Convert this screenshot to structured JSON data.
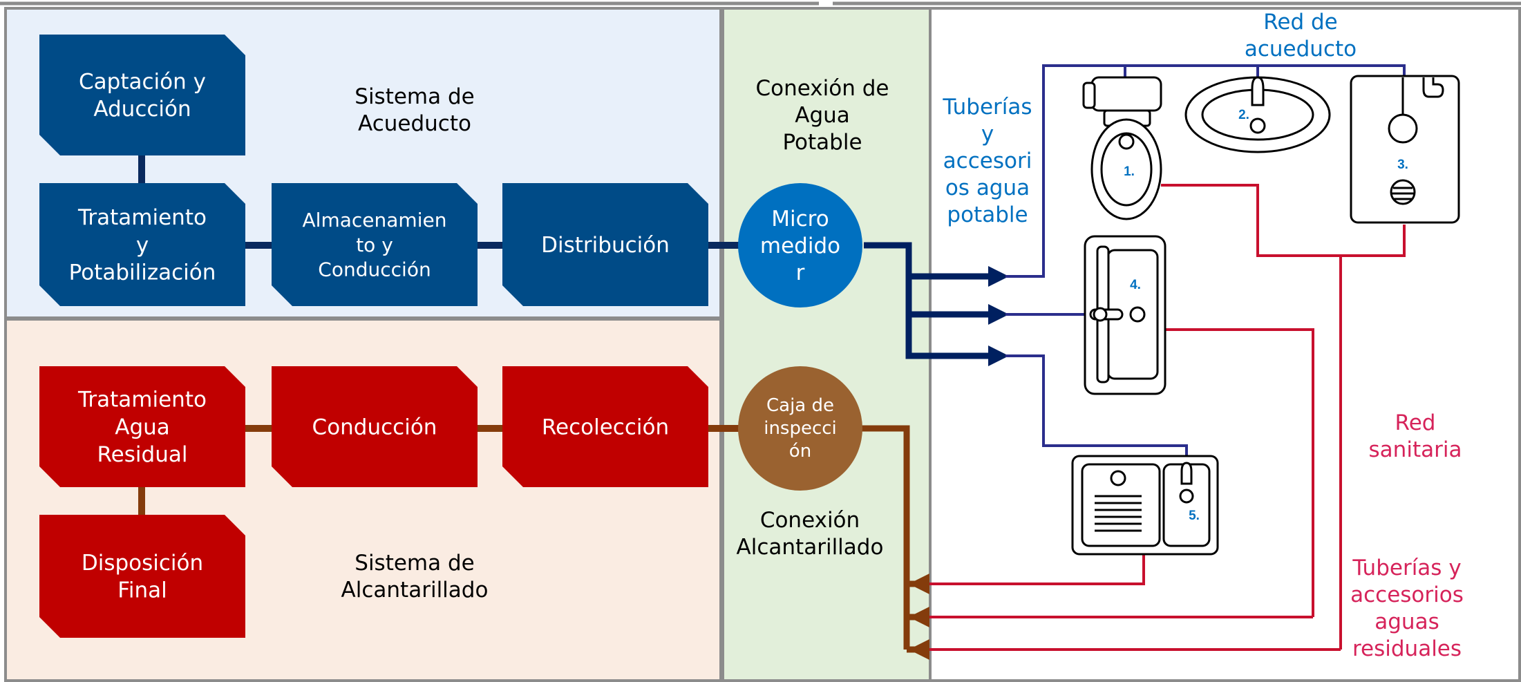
{
  "colors": {
    "aqueduct_panel": "#e8f0fa",
    "sewer_panel": "#faece2",
    "connection_panel": "#e2efda",
    "aqueduct_box": "#004b87",
    "sewer_box": "#c00000",
    "meter_circle": "#0070c0",
    "inspection_circle": "#9a6230",
    "potable_pipe": "#2b2e8c",
    "potable_arrow": "#002060",
    "sewer_pipe": "#c8102e",
    "sewer_arrow": "#843c0c",
    "label_blue": "#0070c0",
    "label_red": "#d6235a"
  },
  "aqueduct": {
    "title": [
      "Sistema de",
      "Acueducto"
    ],
    "boxes": [
      {
        "id": "captacion",
        "lines": [
          "Captación y",
          "Aducción"
        ]
      },
      {
        "id": "tratamiento",
        "lines": [
          "Tratamiento",
          "y",
          "Potabilización"
        ]
      },
      {
        "id": "almacenamiento",
        "lines": [
          "Almacenamien",
          "to y",
          "Conducción"
        ]
      },
      {
        "id": "distribucion",
        "lines": [
          "Distribución"
        ]
      }
    ]
  },
  "sewer": {
    "title": [
      "Sistema de",
      "Alcantarillado"
    ],
    "boxes": [
      {
        "id": "tratamiento-residual",
        "lines": [
          "Tratamiento",
          "Agua",
          "Residual"
        ]
      },
      {
        "id": "conduccion",
        "lines": [
          "Conducción"
        ]
      },
      {
        "id": "recoleccion",
        "lines": [
          "Recolección"
        ]
      },
      {
        "id": "disposicion",
        "lines": [
          "Disposición",
          "Final"
        ]
      }
    ]
  },
  "connection": {
    "potable_title": [
      "Conexión de",
      "Agua",
      "Potable"
    ],
    "meter_lines": [
      "Micro",
      "medido",
      "r"
    ],
    "inspection_lines": [
      "Caja de",
      "inspecci",
      "ón"
    ],
    "sewer_title": [
      "Conexión",
      "Alcantarillado"
    ]
  },
  "building": {
    "red_acueducto": [
      "Red de",
      "acueducto"
    ],
    "tuberias_potable": [
      "Tuberías",
      "y",
      "accesori",
      "os agua",
      "potable"
    ],
    "red_sanitaria": [
      "Red",
      "sanitaria"
    ],
    "tuberias_residuales": [
      "Tuberías y",
      "accesorios",
      "aguas",
      "residuales"
    ],
    "fixtures": [
      {
        "id": "toilet",
        "number": "1."
      },
      {
        "id": "sink",
        "number": "2."
      },
      {
        "id": "shower",
        "number": "3."
      },
      {
        "id": "washing-machine",
        "number": "4."
      },
      {
        "id": "kitchen-sink",
        "number": "5."
      }
    ]
  }
}
